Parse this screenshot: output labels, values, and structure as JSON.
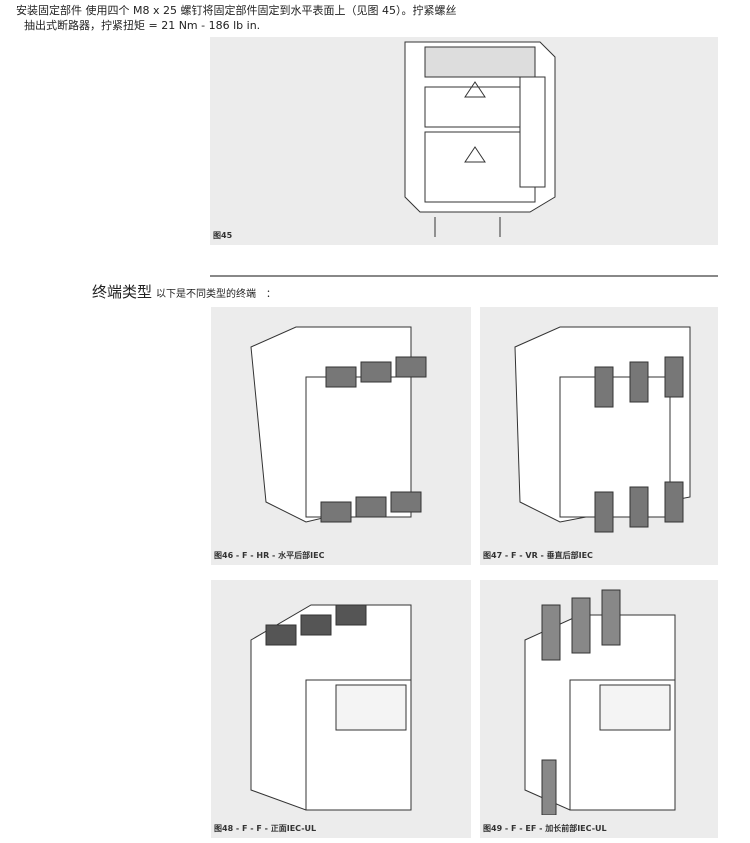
{
  "intro": {
    "line1": "安装固定部件   使用四个 M8 x 25 螺钉将固定部件固定到水平表面上（见图 45）。拧紧螺丝",
    "line2": "抽出式断路器，拧紧扭矩 = 21 Nm - 186 lb in."
  },
  "section": {
    "title": "终端类型",
    "subtitle": "以下是不同类型的终端　："
  },
  "figures": {
    "f45": "图45",
    "f46": "图46 - F - HR - 水平后部IEC",
    "f47": "图47 - F - VR - 垂直后部IEC",
    "f48": "图48 - F - F - 正面IEC-UL",
    "f49": "图49 - F - EF - 加长前部IEC-UL"
  }
}
